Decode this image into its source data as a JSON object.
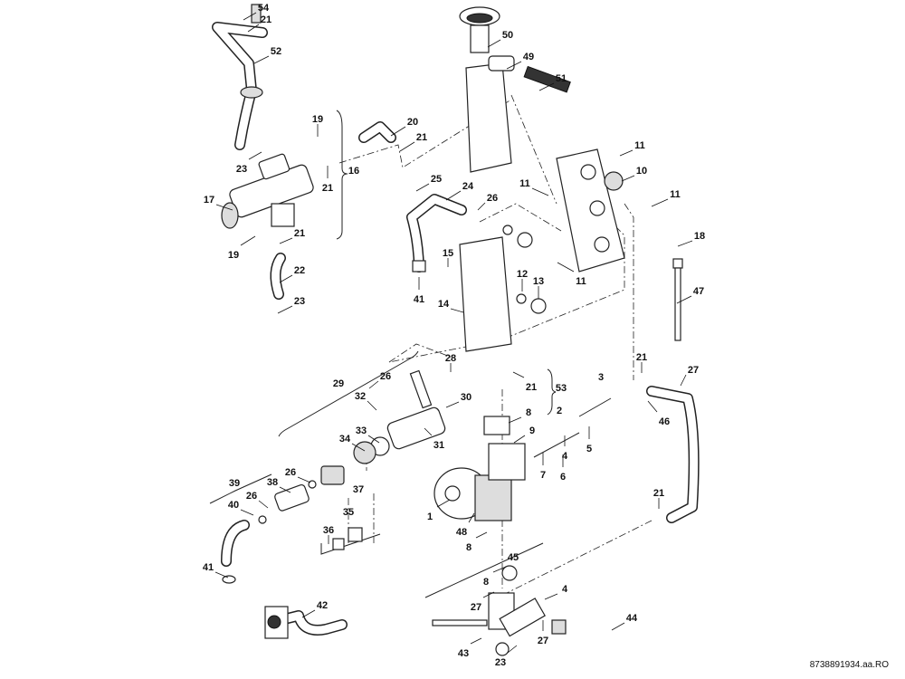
{
  "diagram": {
    "document_code": "8738891934.aa.RO",
    "callouts": [
      "54",
      "21",
      "52",
      "19",
      "20",
      "21",
      "16",
      "23",
      "21",
      "17",
      "21",
      "19",
      "22",
      "23",
      "50",
      "49",
      "51",
      "11",
      "10",
      "25",
      "24",
      "26",
      "11",
      "11",
      "18",
      "15",
      "41",
      "12",
      "13",
      "14",
      "11",
      "47",
      "28",
      "26",
      "29",
      "21",
      "53",
      "3",
      "21",
      "27",
      "32",
      "30",
      "8",
      "2",
      "46",
      "33",
      "34",
      "9",
      "31",
      "5",
      "4",
      "7",
      "6",
      "38",
      "26",
      "37",
      "39",
      "26",
      "40",
      "35",
      "21",
      "1",
      "48",
      "36",
      "8",
      "45",
      "41",
      "8",
      "4",
      "42",
      "27",
      "44",
      "27",
      "43",
      "23"
    ]
  }
}
